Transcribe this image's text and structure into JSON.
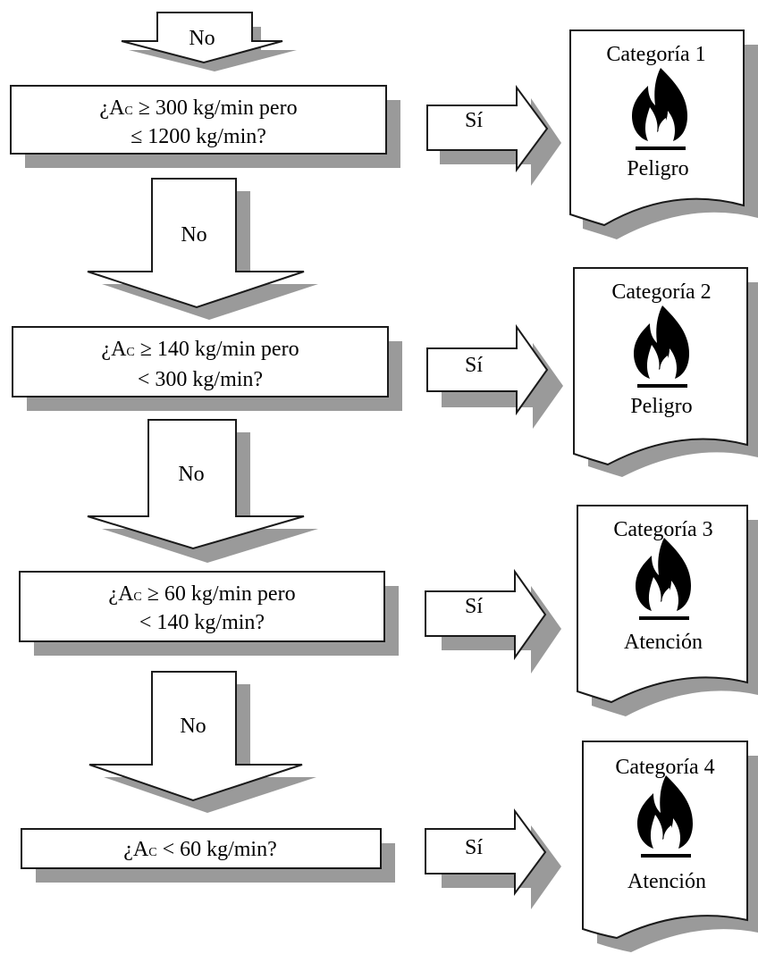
{
  "colors": {
    "shadow": "#9a9a9a",
    "stroke": "#1a1a1a",
    "fill": "#ffffff",
    "ink": "#000000"
  },
  "no_label": "No",
  "yes_label": "Sí",
  "questions": [
    {
      "pre": "¿A",
      "sub": "C",
      "line1_rest": " ≥ 300 kg/min pero",
      "line2": "≤ 1200 kg/min?"
    },
    {
      "pre": "¿A",
      "sub": "C",
      "line1_rest": " ≥ 140 kg/min pero",
      "line2": "< 300 kg/min?"
    },
    {
      "pre": "¿A",
      "sub": "C",
      "line1_rest": " ≥ 60 kg/min pero",
      "line2": "< 140 kg/min?"
    },
    {
      "pre": "¿A",
      "sub": "C",
      "line1_rest": " < 60 kg/min?",
      "line2": ""
    }
  ],
  "results": [
    {
      "category": "Categoría 1",
      "signal_word": "Peligro",
      "icon": "flame-pictogram-icon"
    },
    {
      "category": "Categoría 2",
      "signal_word": "Peligro",
      "icon": "flame-pictogram-icon"
    },
    {
      "category": "Categoría 3",
      "signal_word": "Atención",
      "icon": "flame-pictogram-icon"
    },
    {
      "category": "Categoría 4",
      "signal_word": "Atención",
      "icon": "flame-pictogram-icon"
    }
  ]
}
